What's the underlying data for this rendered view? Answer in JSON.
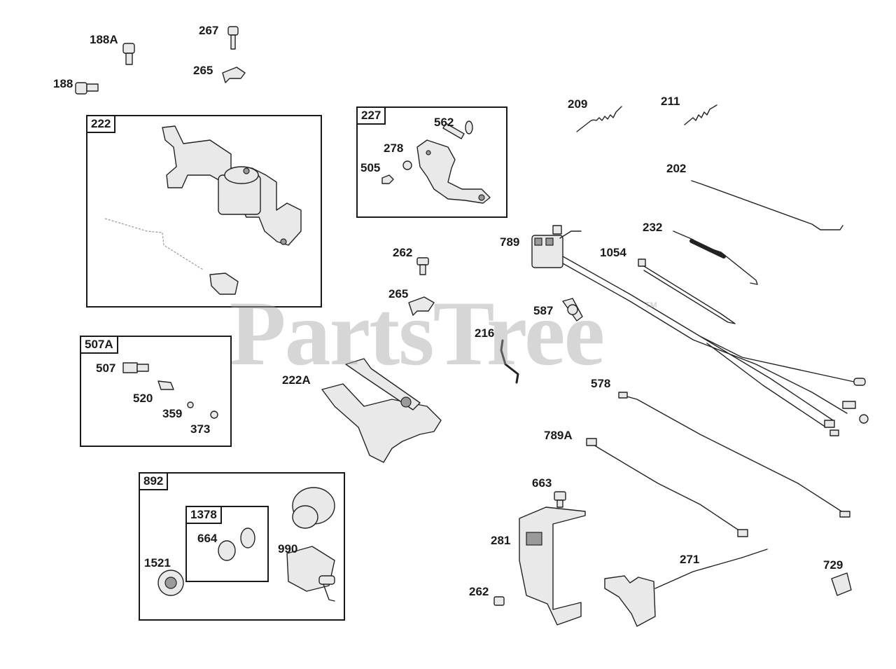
{
  "watermark": {
    "brand": "PartsTree",
    "trademark": "™"
  },
  "groups": [
    {
      "id": "g222",
      "tag": "222"
    },
    {
      "id": "g227",
      "tag": "227"
    },
    {
      "id": "g507A",
      "tag": "507A"
    },
    {
      "id": "g892",
      "tag": "892"
    },
    {
      "id": "g1378",
      "tag": "1378"
    }
  ],
  "callouts": {
    "c188A": "188A",
    "c267": "267",
    "c188": "188",
    "c265a": "265",
    "c209": "209",
    "c211": "211",
    "c562": "562",
    "c278": "278",
    "c505": "505",
    "c202": "202",
    "c232": "232",
    "c789": "789",
    "c1054": "1054",
    "c262a": "262",
    "c265b": "265",
    "c587": "587",
    "c216": "216",
    "c507": "507",
    "c520": "520",
    "c359": "359",
    "c373": "373",
    "c222A": "222A",
    "c578": "578",
    "c789A": "789A",
    "c663": "663",
    "c281": "281",
    "c271": "271",
    "c729": "729",
    "c262b": "262",
    "c664": "664",
    "c990": "990",
    "c1521": "1521"
  },
  "colors": {
    "ink": "#1a1a1a",
    "watermark": "#a5a5a5",
    "background": "#ffffff"
  }
}
